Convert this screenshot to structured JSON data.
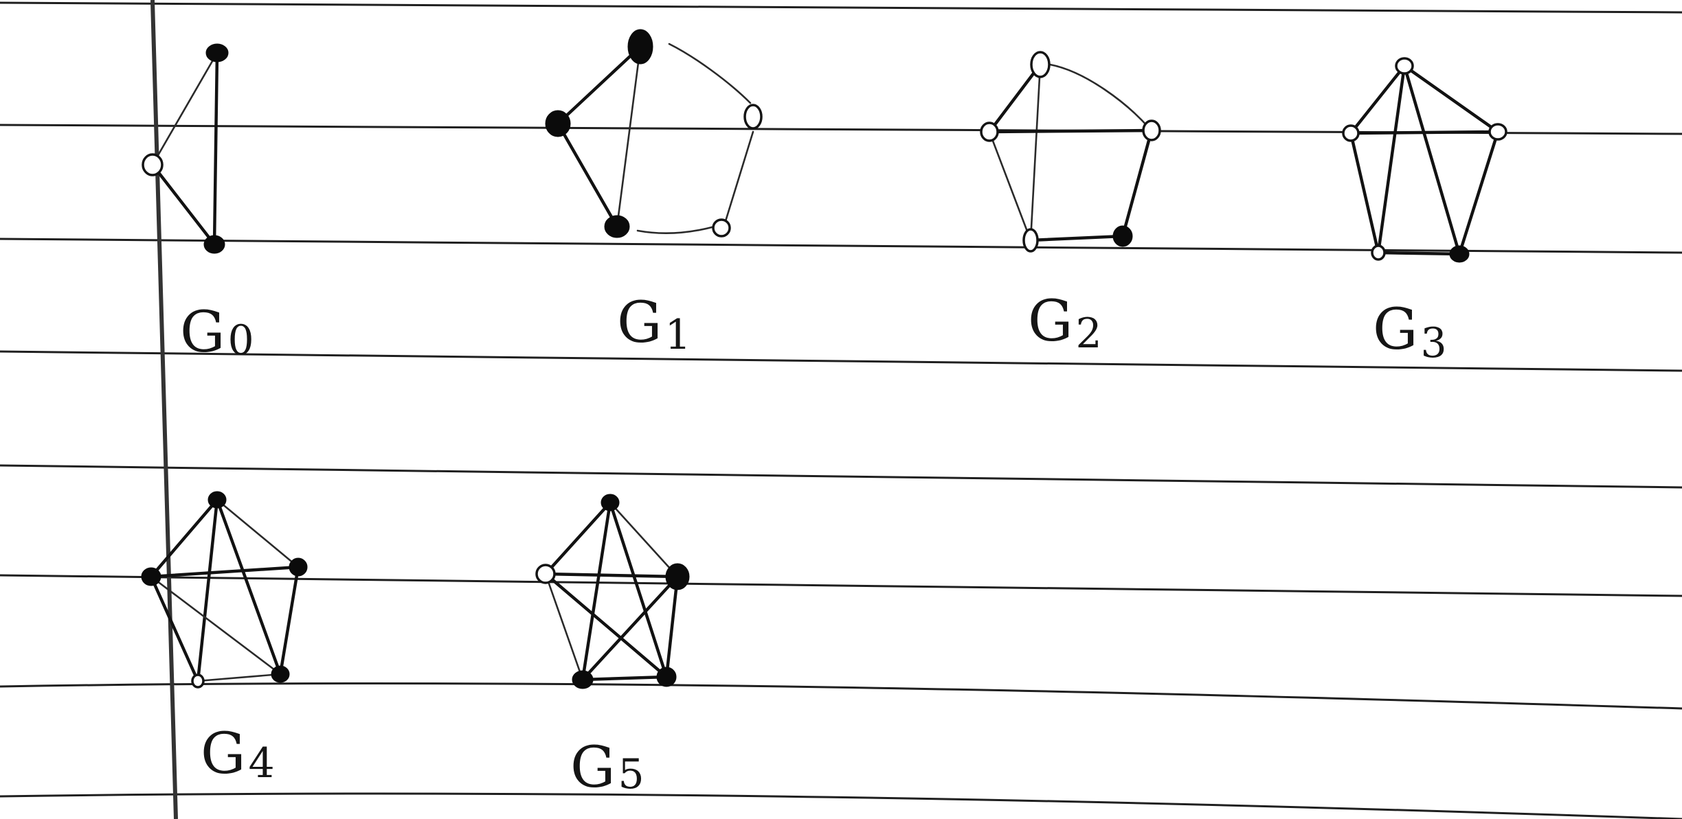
{
  "graphs": [
    {
      "id": "g0",
      "label_main": "G",
      "label_sub": "0"
    },
    {
      "id": "g1",
      "label_main": "G",
      "label_sub": "1"
    },
    {
      "id": "g2",
      "label_main": "G",
      "label_sub": "2"
    },
    {
      "id": "g3",
      "label_main": "G",
      "label_sub": "3"
    },
    {
      "id": "g4",
      "label_main": "G",
      "label_sub": "4"
    },
    {
      "id": "g5",
      "label_main": "G",
      "label_sub": "5"
    }
  ],
  "node_style": {
    "filled": "#0b0b0b",
    "open": "#ffffff"
  },
  "paper_style": {
    "background": "#ffffff",
    "rule_color": "#1f1f1f"
  }
}
